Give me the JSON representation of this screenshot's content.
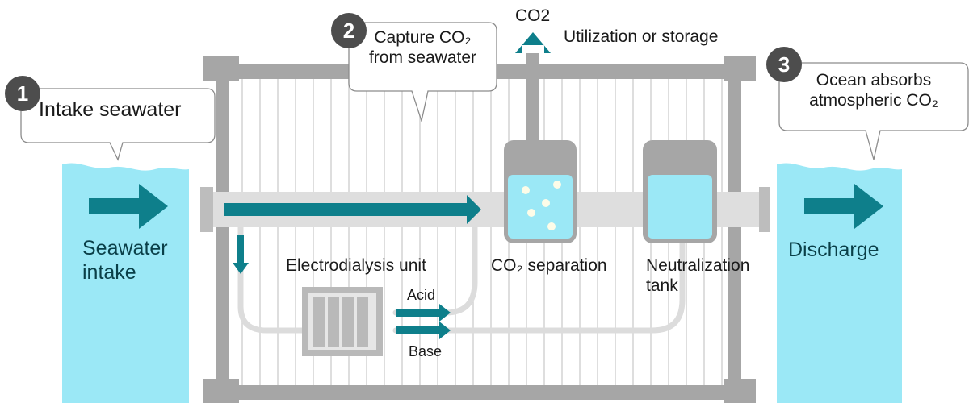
{
  "steps": [
    {
      "number": "1",
      "text": "Intake seawater"
    },
    {
      "number": "2",
      "text_line1": "Capture CO₂",
      "text_line2": "from seawater"
    },
    {
      "number": "3",
      "text_line1": "Ocean absorbs",
      "text_line2": "atmospheric CO₂"
    }
  ],
  "intake": {
    "line1": "Seawater",
    "line2": "intake"
  },
  "discharge": {
    "label": "Discharge"
  },
  "output": {
    "co2": "CO2",
    "utilization": "Utilization or storage"
  },
  "components": {
    "electrodialysis": "Electrodialysis unit",
    "separation": "CO₂ separation",
    "neutralization_line1": "Neutralization",
    "neutralization_line2": "tank"
  },
  "streams": {
    "acid": "Acid",
    "base": "Base"
  },
  "colors": {
    "water": "#9be8f6",
    "arrow": "#0e7f8b",
    "frame": "#a6a6a6",
    "pipe": "#d9d9d9",
    "badge": "#4d4d4d"
  }
}
